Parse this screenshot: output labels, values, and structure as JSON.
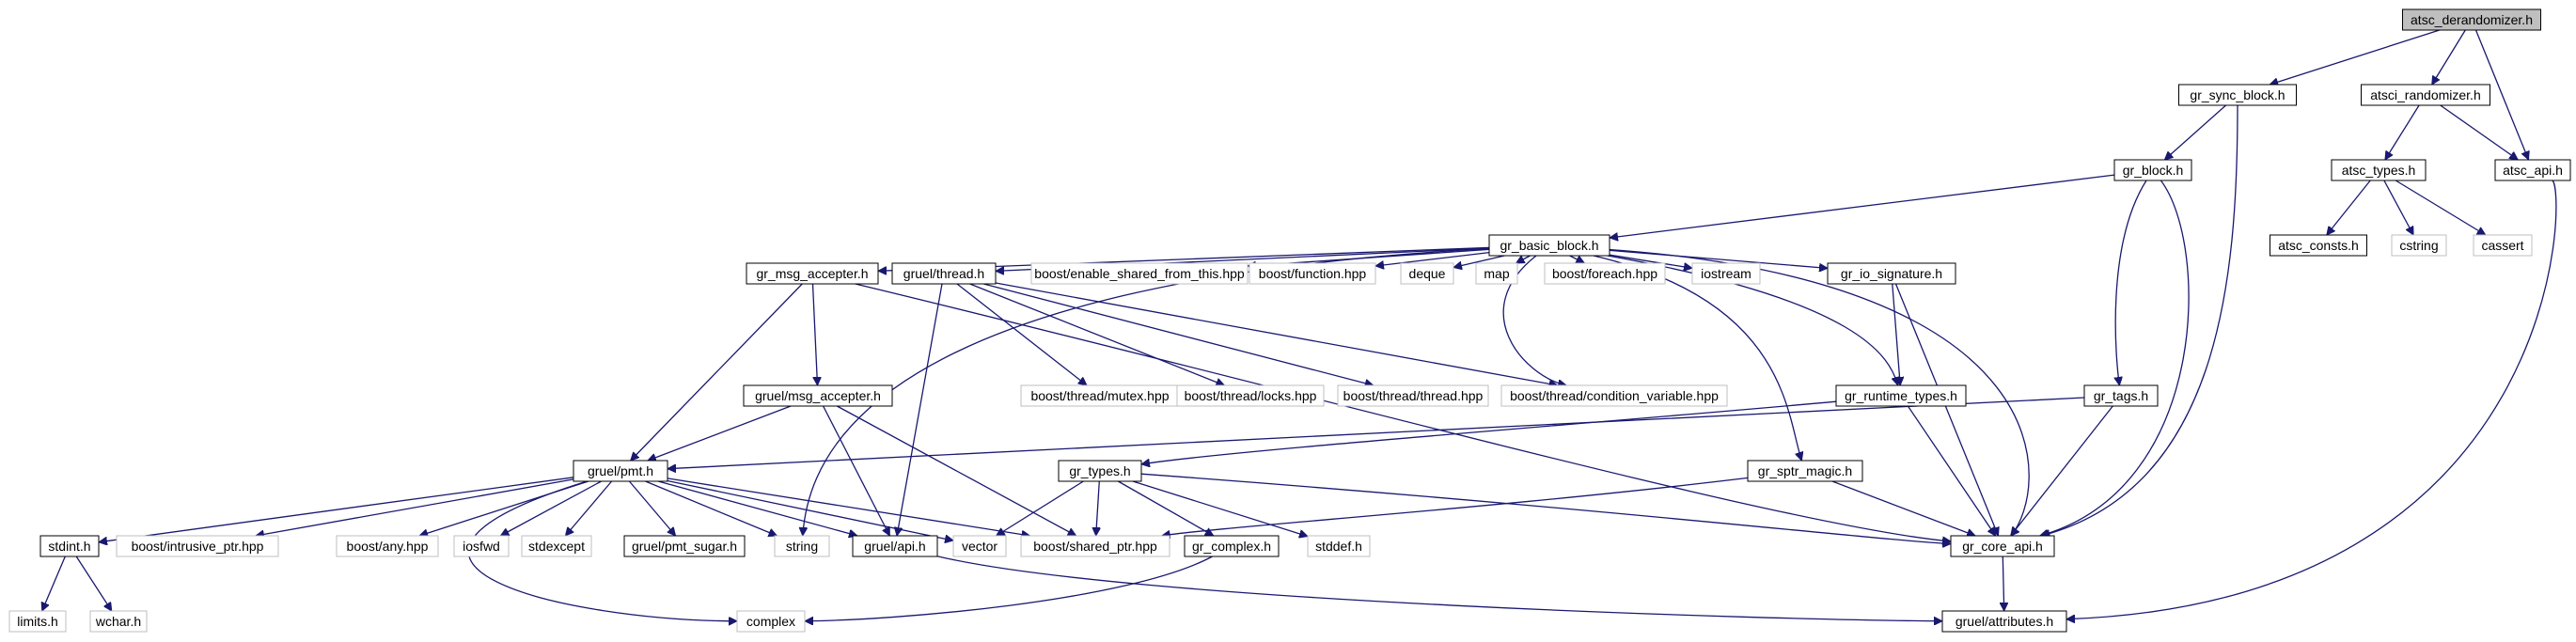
{
  "diagram": {
    "type": "include-dependency-graph",
    "root": "atsc_derandomizer.h",
    "colors": {
      "edge": "#191970",
      "root_fill": "#bfbfbf",
      "local_border": "#000000",
      "external_border": "#bfbfbf",
      "background": "#ffffff"
    },
    "nodes": [
      {
        "id": "atsc_derandomizer",
        "label": "atsc_derandomizer.h",
        "kind": "root"
      },
      {
        "id": "gr_sync_block",
        "label": "gr_sync_block.h",
        "kind": "local"
      },
      {
        "id": "atsci_randomizer",
        "label": "atsci_randomizer.h",
        "kind": "local"
      },
      {
        "id": "gr_block",
        "label": "gr_block.h",
        "kind": "local"
      },
      {
        "id": "atsc_types",
        "label": "atsc_types.h",
        "kind": "local"
      },
      {
        "id": "atsc_api",
        "label": "atsc_api.h",
        "kind": "local"
      },
      {
        "id": "gr_basic_block",
        "label": "gr_basic_block.h",
        "kind": "local"
      },
      {
        "id": "atsc_consts",
        "label": "atsc_consts.h",
        "kind": "local"
      },
      {
        "id": "cstring",
        "label": "cstring",
        "kind": "external"
      },
      {
        "id": "cassert",
        "label": "cassert",
        "kind": "external"
      },
      {
        "id": "gr_msg_accepter",
        "label": "gr_msg_accepter.h",
        "kind": "local"
      },
      {
        "id": "gruel_thread",
        "label": "gruel/thread.h",
        "kind": "local"
      },
      {
        "id": "boost_esft",
        "label": "boost/enable_shared_from_this.hpp",
        "kind": "external"
      },
      {
        "id": "boost_function",
        "label": "boost/function.hpp",
        "kind": "external"
      },
      {
        "id": "deque",
        "label": "deque",
        "kind": "external"
      },
      {
        "id": "map",
        "label": "map",
        "kind": "external"
      },
      {
        "id": "boost_foreach",
        "label": "boost/foreach.hpp",
        "kind": "external"
      },
      {
        "id": "iostream",
        "label": "iostream",
        "kind": "external"
      },
      {
        "id": "gr_io_signature",
        "label": "gr_io_signature.h",
        "kind": "local"
      },
      {
        "id": "gruel_msg_accepter",
        "label": "gruel/msg_accepter.h",
        "kind": "local"
      },
      {
        "id": "boost_mutex",
        "label": "boost/thread/mutex.hpp",
        "kind": "external"
      },
      {
        "id": "boost_locks",
        "label": "boost/thread/locks.hpp",
        "kind": "external"
      },
      {
        "id": "boost_thread",
        "label": "boost/thread/thread.hpp",
        "kind": "external"
      },
      {
        "id": "boost_condvar",
        "label": "boost/thread/condition_variable.hpp",
        "kind": "external"
      },
      {
        "id": "gr_runtime_types",
        "label": "gr_runtime_types.h",
        "kind": "local"
      },
      {
        "id": "gr_tags",
        "label": "gr_tags.h",
        "kind": "local"
      },
      {
        "id": "gruel_pmt",
        "label": "gruel/pmt.h",
        "kind": "local"
      },
      {
        "id": "gr_types",
        "label": "gr_types.h",
        "kind": "local"
      },
      {
        "id": "gr_sptr_magic",
        "label": "gr_sptr_magic.h",
        "kind": "local"
      },
      {
        "id": "stdint",
        "label": "stdint.h",
        "kind": "local"
      },
      {
        "id": "boost_intrusive",
        "label": "boost/intrusive_ptr.hpp",
        "kind": "external"
      },
      {
        "id": "boost_any",
        "label": "boost/any.hpp",
        "kind": "external"
      },
      {
        "id": "iosfwd",
        "label": "iosfwd",
        "kind": "external"
      },
      {
        "id": "stdexcept",
        "label": "stdexcept",
        "kind": "external"
      },
      {
        "id": "gruel_pmt_sugar",
        "label": "gruel/pmt_sugar.h",
        "kind": "local"
      },
      {
        "id": "string",
        "label": "string",
        "kind": "external"
      },
      {
        "id": "gruel_api",
        "label": "gruel/api.h",
        "kind": "local"
      },
      {
        "id": "vector",
        "label": "vector",
        "kind": "external"
      },
      {
        "id": "boost_shared_ptr",
        "label": "boost/shared_ptr.hpp",
        "kind": "external"
      },
      {
        "id": "gr_complex",
        "label": "gr_complex.h",
        "kind": "local"
      },
      {
        "id": "stddef",
        "label": "stddef.h",
        "kind": "external"
      },
      {
        "id": "gr_core_api",
        "label": "gr_core_api.h",
        "kind": "local"
      },
      {
        "id": "limits",
        "label": "limits.h",
        "kind": "external"
      },
      {
        "id": "wchar",
        "label": "wchar.h",
        "kind": "external"
      },
      {
        "id": "complex",
        "label": "complex",
        "kind": "external"
      },
      {
        "id": "gruel_attributes",
        "label": "gruel/attributes.h",
        "kind": "local"
      }
    ],
    "edges": [
      [
        "atsc_derandomizer",
        "gr_sync_block"
      ],
      [
        "atsc_derandomizer",
        "atsci_randomizer"
      ],
      [
        "atsc_derandomizer",
        "atsc_api"
      ],
      [
        "gr_sync_block",
        "gr_block"
      ],
      [
        "gr_sync_block",
        "gr_core_api"
      ],
      [
        "atsci_randomizer",
        "atsc_types"
      ],
      [
        "atsci_randomizer",
        "atsc_api"
      ],
      [
        "atsc_types",
        "atsc_consts"
      ],
      [
        "atsc_types",
        "cstring"
      ],
      [
        "atsc_types",
        "cassert"
      ],
      [
        "atsc_api",
        "gruel_attributes"
      ],
      [
        "gr_block",
        "gr_basic_block"
      ],
      [
        "gr_block",
        "gr_tags"
      ],
      [
        "gr_block",
        "gr_core_api"
      ],
      [
        "gr_basic_block",
        "gr_msg_accepter"
      ],
      [
        "gr_basic_block",
        "gruel_thread"
      ],
      [
        "gr_basic_block",
        "boost_esft"
      ],
      [
        "gr_basic_block",
        "boost_function"
      ],
      [
        "gr_basic_block",
        "deque"
      ],
      [
        "gr_basic_block",
        "map"
      ],
      [
        "gr_basic_block",
        "boost_foreach"
      ],
      [
        "gr_basic_block",
        "iostream"
      ],
      [
        "gr_basic_block",
        "gr_io_signature"
      ],
      [
        "gr_basic_block",
        "string"
      ],
      [
        "gr_basic_block",
        "boost_condvar"
      ],
      [
        "gr_basic_block",
        "gr_runtime_types"
      ],
      [
        "gr_basic_block",
        "gr_sptr_magic"
      ],
      [
        "gr_basic_block",
        "gr_core_api"
      ],
      [
        "gr_msg_accepter",
        "gruel_msg_accepter"
      ],
      [
        "gr_msg_accepter",
        "gruel_pmt"
      ],
      [
        "gr_msg_accepter",
        "gr_core_api"
      ],
      [
        "gruel_thread",
        "boost_mutex"
      ],
      [
        "gruel_thread",
        "boost_locks"
      ],
      [
        "gruel_thread",
        "boost_thread"
      ],
      [
        "gruel_thread",
        "boost_condvar"
      ],
      [
        "gruel_thread",
        "gruel_api"
      ],
      [
        "gruel_msg_accepter",
        "gruel_pmt"
      ],
      [
        "gruel_msg_accepter",
        "gruel_api"
      ],
      [
        "gruel_msg_accepter",
        "boost_shared_ptr"
      ],
      [
        "gr_io_signature",
        "gr_runtime_types"
      ],
      [
        "gr_io_signature",
        "gr_core_api"
      ],
      [
        "gr_runtime_types",
        "gr_types"
      ],
      [
        "gr_runtime_types",
        "gr_core_api"
      ],
      [
        "gr_tags",
        "gruel_pmt"
      ],
      [
        "gr_tags",
        "gr_core_api"
      ],
      [
        "gr_sptr_magic",
        "boost_shared_ptr"
      ],
      [
        "gr_sptr_magic",
        "gr_core_api"
      ],
      [
        "gr_types",
        "vector"
      ],
      [
        "gr_types",
        "boost_shared_ptr"
      ],
      [
        "gr_types",
        "gr_complex"
      ],
      [
        "gr_types",
        "stddef"
      ],
      [
        "gr_types",
        "gr_core_api"
      ],
      [
        "gruel_pmt",
        "stdint"
      ],
      [
        "gruel_pmt",
        "boost_intrusive"
      ],
      [
        "gruel_pmt",
        "boost_any"
      ],
      [
        "gruel_pmt",
        "iosfwd"
      ],
      [
        "gruel_pmt",
        "stdexcept"
      ],
      [
        "gruel_pmt",
        "gruel_pmt_sugar"
      ],
      [
        "gruel_pmt",
        "string"
      ],
      [
        "gruel_pmt",
        "gruel_api"
      ],
      [
        "gruel_pmt",
        "vector"
      ],
      [
        "gruel_pmt",
        "boost_shared_ptr"
      ],
      [
        "gruel_pmt",
        "complex"
      ],
      [
        "stdint",
        "limits"
      ],
      [
        "stdint",
        "wchar"
      ],
      [
        "gruel_api",
        "gruel_attributes"
      ],
      [
        "gr_complex",
        "complex"
      ],
      [
        "gr_core_api",
        "gruel_attributes"
      ]
    ]
  }
}
